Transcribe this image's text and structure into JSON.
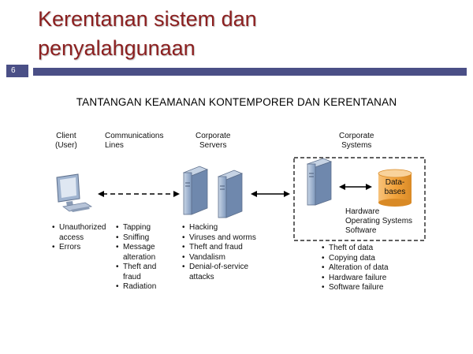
{
  "slide": {
    "title_line1": "Kerentanan sistem dan",
    "title_line2": "penyalahgunaan",
    "number": "6"
  },
  "figure": {
    "title": "TANTANGAN KEAMANAN KONTEMPORER DAN KERENTANAN",
    "columns": [
      {
        "header_line1": "Client",
        "header_line2": "(User)",
        "items": [
          "Unauthorized access",
          "Errors"
        ]
      },
      {
        "header_line1": "Communications",
        "header_line2": "Lines",
        "items": [
          "Tapping",
          "Sniffing",
          "Message alteration",
          "Theft and fraud",
          "Radiation"
        ]
      },
      {
        "header_line1": "Corporate",
        "header_line2": "Servers",
        "items": [
          "Hacking",
          "Viruses and worms",
          "Theft and fraud",
          "Vandalism",
          "Denial-of-service attacks"
        ]
      },
      {
        "header_line1": "Corporate",
        "header_line2": "Systems",
        "items": [
          "Theft of data",
          "Copying data",
          "Alteration of data",
          "Hardware failure",
          "Software failure"
        ]
      }
    ],
    "database_label_line1": "Data-",
    "database_label_line2": "bases",
    "system_stack": [
      "Hardware",
      "Operating Systems",
      "Software"
    ],
    "colors": {
      "title": "#8b1f1f",
      "rule": "#4a4f86",
      "database": "#f2a33c",
      "server": "#8fa8c8"
    }
  }
}
